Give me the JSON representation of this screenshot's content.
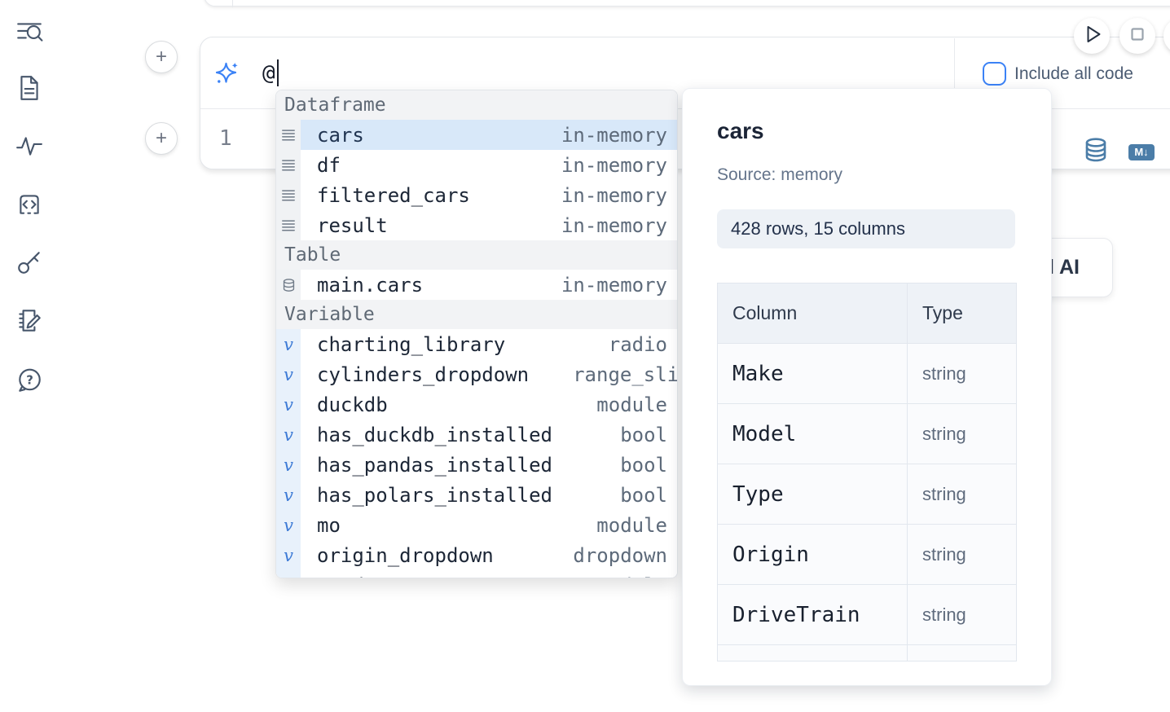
{
  "sidebar": {
    "icon_names": [
      "search-list",
      "document",
      "activity",
      "code-snippets",
      "key",
      "scratchpad",
      "help-chat"
    ]
  },
  "cell": {
    "line_number": "1",
    "prompt_value": "@"
  },
  "run_controls": {
    "include_all_code_label": "Include all code",
    "include_all_code_checked": false
  },
  "completion": {
    "sections": [
      {
        "label": "Dataframe",
        "items": [
          {
            "name": "cars",
            "type": "in-memory",
            "selected": true
          },
          {
            "name": "df",
            "type": "in-memory"
          },
          {
            "name": "filtered_cars",
            "type": "in-memory"
          },
          {
            "name": "result",
            "type": "in-memory"
          }
        ]
      },
      {
        "label": "Table",
        "items": [
          {
            "name": "main.cars",
            "type": "in-memory"
          }
        ]
      },
      {
        "label": "Variable",
        "items": [
          {
            "name": "charting_library",
            "type": "radio"
          },
          {
            "name": "cylinders_dropdown",
            "type": "range_slider"
          },
          {
            "name": "duckdb",
            "type": "module"
          },
          {
            "name": "has_duckdb_installed",
            "type": "bool"
          },
          {
            "name": "has_pandas_installed",
            "type": "bool"
          },
          {
            "name": "has_polars_installed",
            "type": "bool"
          },
          {
            "name": "mo",
            "type": "module"
          },
          {
            "name": "origin_dropdown",
            "type": "dropdown"
          },
          {
            "name": "pandas",
            "type": "module"
          }
        ]
      }
    ]
  },
  "preview": {
    "title": "cars",
    "source_label": "Source: memory",
    "shape_badge": "428 rows, 15 columns",
    "table": {
      "headers": [
        "Column",
        "Type"
      ],
      "rows": [
        {
          "column": "Make",
          "type": "string"
        },
        {
          "column": "Model",
          "type": "string"
        },
        {
          "column": "Type",
          "type": "string"
        },
        {
          "column": "Origin",
          "type": "string"
        },
        {
          "column": "DriveTrain",
          "type": "string"
        }
      ]
    }
  },
  "ai_partial_button": {
    "visible_text": "l AI"
  },
  "icons": {
    "markdown_badge": "M↓",
    "variable_glyph": "v",
    "help_glyph": "?",
    "plus": "+"
  },
  "colors": {
    "accent_blue": "#3b82f6",
    "steel_blue": "#4b7da8",
    "selection_blue": "#d8e8f9",
    "sidebar_icon": "#47566b"
  }
}
